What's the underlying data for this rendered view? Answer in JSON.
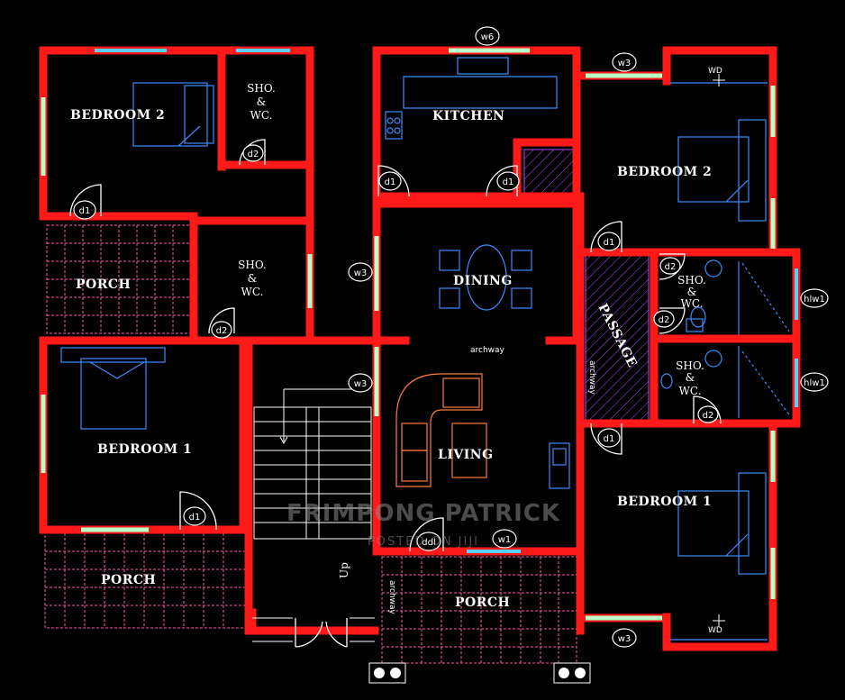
{
  "rooms": {
    "bedroom2_left": "BEDROOM 2",
    "sho_wc_top": "SHO.",
    "sho_wc_top_amp": "&",
    "sho_wc_top_wc": "WC.",
    "kitchen": "KITCHEN",
    "bedroom2_right": "BEDROOM 2",
    "porch_left_top": "PORCH",
    "sho_wc_mid": "SHO.",
    "sho_wc_mid_amp": "&",
    "sho_wc_mid_wc": "WC.",
    "dining": "DINING",
    "passage": "PASSAGE",
    "sho_wc_r1": "SHO.",
    "sho_wc_r1_amp": "&",
    "sho_wc_r1_wc": "WC.",
    "sho_wc_r2": "SHO.",
    "sho_wc_r2_amp": "&",
    "sho_wc_r2_wc": "WC.",
    "bedroom1_left": "BEDROOM 1",
    "living": "LIVING",
    "bedroom1_right": "BEDROOM 1",
    "porch_left_bottom": "PORCH",
    "porch_center": "PORCH"
  },
  "annotations": {
    "archway_h": "archway",
    "archway_v1": "archway",
    "archway_v2": "archway",
    "up": "Up",
    "wd_top": "WD",
    "wd_bottom": "WD"
  },
  "tags": {
    "w6": "w6",
    "w3_top": "w3",
    "w3_dining": "w3",
    "w3_stair": "w3",
    "w3_bottom": "w3",
    "w1": "w1",
    "hlw1_a": "hlw1",
    "hlw1_b": "hlw1",
    "d1_bed2": "d1",
    "d2_showc_top": "d2",
    "d1_kitchen_a": "d1",
    "d1_kitchen_b": "d1",
    "d1_passage_top": "d1",
    "d2_porch": "d2",
    "d2_r1a": "d2",
    "d2_r1b": "d2",
    "d2_r2": "d2",
    "d1_passage_bottom": "d1",
    "d1_bed1": "d1",
    "ddl": "ddl"
  },
  "watermark": {
    "line1": "FRIMPONG PATRICK",
    "line2": "POSTED ON JIJI"
  },
  "colors": {
    "wall": "#ff1a1a",
    "window": "#b8ffc8",
    "furniture": "#3d8cff",
    "tiles": "#ff55aa",
    "hatch": "#b44cff",
    "background": "#000000"
  }
}
